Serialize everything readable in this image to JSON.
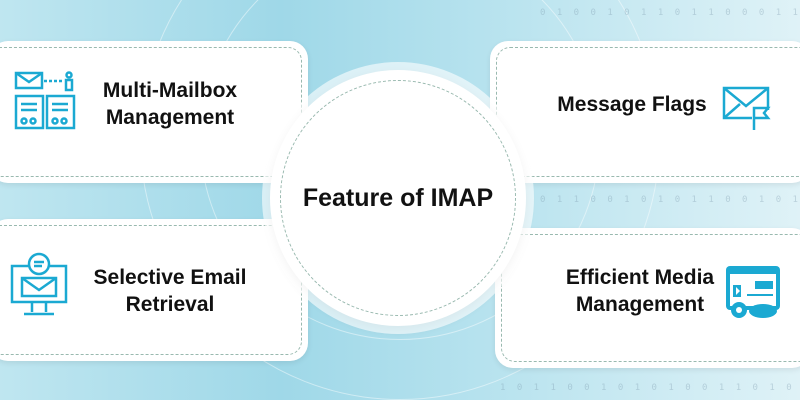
{
  "title": "Feature of IMAP",
  "features": [
    {
      "label_line1": "Multi-Mailbox",
      "label_line2": "Management",
      "icon": "multi-mailbox-icon"
    },
    {
      "label_line1": "Selective Email",
      "label_line2": "Retrieval",
      "icon": "email-retrieval-monitor-icon"
    },
    {
      "label_line1": "Message Flags",
      "label_line2": "",
      "icon": "envelope-flag-icon"
    },
    {
      "label_line1": "Efficient Media",
      "label_line2": "Management",
      "icon": "media-browser-gear-icon"
    }
  ],
  "colors": {
    "accent": "#1ba9d2",
    "text": "#111111"
  }
}
